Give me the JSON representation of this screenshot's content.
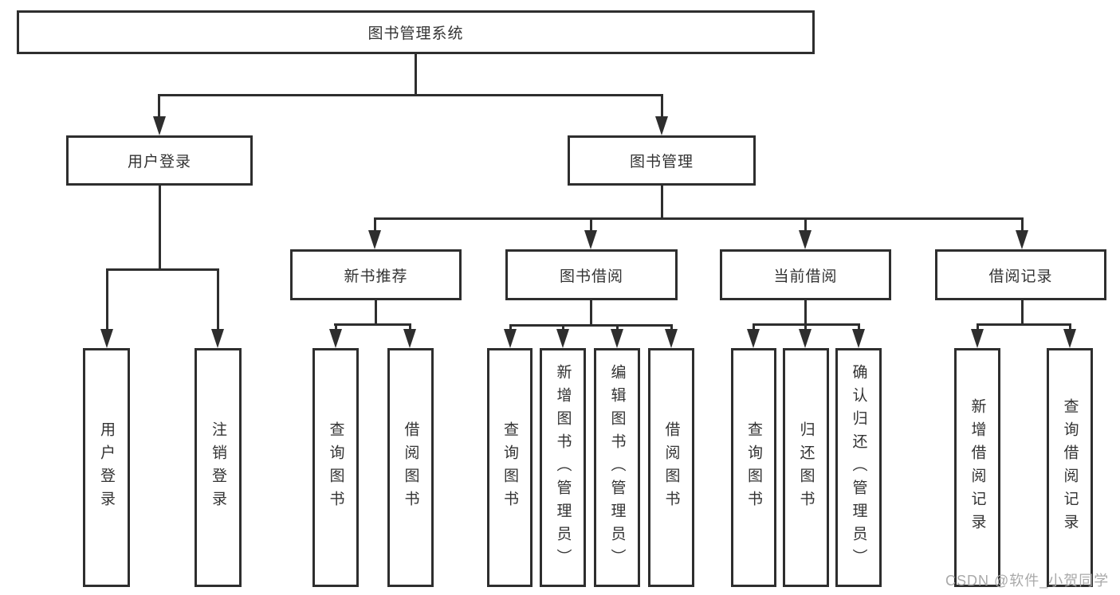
{
  "diagram": {
    "root": {
      "label": "图书管理系统"
    },
    "branches": [
      {
        "label": "用户登录",
        "children": [
          {
            "label": "用户登录"
          },
          {
            "label": "注销登录"
          }
        ]
      },
      {
        "label": "图书管理",
        "children": [
          {
            "label": "新书推荐",
            "children": [
              {
                "label": "查询图书"
              },
              {
                "label": "借阅图书"
              }
            ]
          },
          {
            "label": "图书借阅",
            "children": [
              {
                "label": "查询图书"
              },
              {
                "label": "新增图书（管理员）"
              },
              {
                "label": "编辑图书（管理员）"
              },
              {
                "label": "借阅图书"
              }
            ]
          },
          {
            "label": "当前借阅",
            "children": [
              {
                "label": "查询图书"
              },
              {
                "label": "归还图书"
              },
              {
                "label": "确认归还（管理员）"
              }
            ]
          },
          {
            "label": "借阅记录",
            "children": [
              {
                "label": "新增借阅记录"
              },
              {
                "label": "查询借阅记录"
              }
            ]
          }
        ]
      }
    ]
  },
  "watermark": {
    "text": "CSDN @软件_小贺同学"
  },
  "colors": {
    "line": "#2e2e2e",
    "text": "#333333",
    "watermark": "#a9a9a9",
    "background": "#ffffff"
  }
}
